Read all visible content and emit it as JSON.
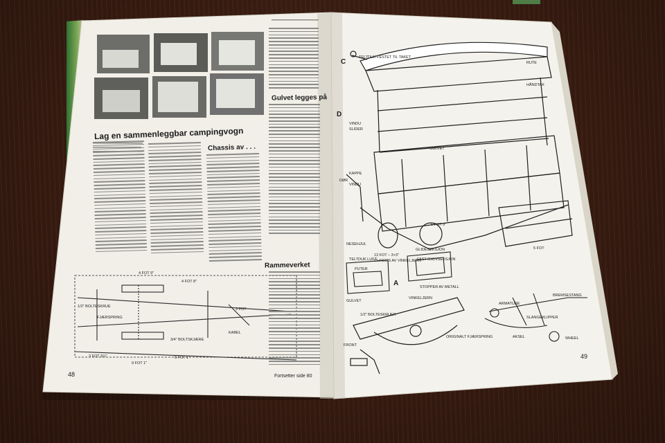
{
  "magazine": {
    "left_page": {
      "article_title": "Lag en sammenleggbar campingvogn",
      "subheading_chassis": "Chassis av . . .",
      "page_number": "48",
      "diagram_labels": [
        "4 FOT 9\"",
        "4 FOT 8\"",
        "3 FOT",
        "1/2\" BOLTESKRUE",
        "FJÆRSPRING",
        "3/4\" BOLTSKJÆRE",
        "KABEL",
        "3 FOT 3½\"",
        "9 FOT 1\"",
        "5 FOT 1\""
      ]
    },
    "right_page": {
      "subheading_floor": "Gulvet legges på",
      "subheading_frame": "Rammeverket",
      "page_number": "49",
      "continued": "Fortsetter side 80",
      "figure_letters": [
        "C",
        "D",
        "A"
      ],
      "diagram_labels": [
        "TELTDUK FESTET TIL TAKET",
        "RUTE",
        "HÅNDTAK",
        "VINDU",
        "SLIDER",
        "KAPPE",
        "DØR",
        "VINDU",
        "GULVET",
        "13 FOT – 3×3\"",
        "CHASSIS AV VINKELJERN",
        "NESEHJUL",
        "6 FOT 9\"",
        "5 FOT",
        "TELTDUK LUFT",
        "PUTER",
        "GULVET",
        "GLIDESEKSJON",
        "FAST GULVSEKSJON",
        "STOPPER AV METALL",
        "VINKELJERN",
        "1/2\" BOLTESKRUER",
        "ORIGINALT FJÆRSPRING",
        "FRONT",
        "ARMATURE",
        "BREMSESTANG",
        "AKSEL",
        "WHEEL",
        "SLANGEKLIPPER"
      ]
    }
  }
}
